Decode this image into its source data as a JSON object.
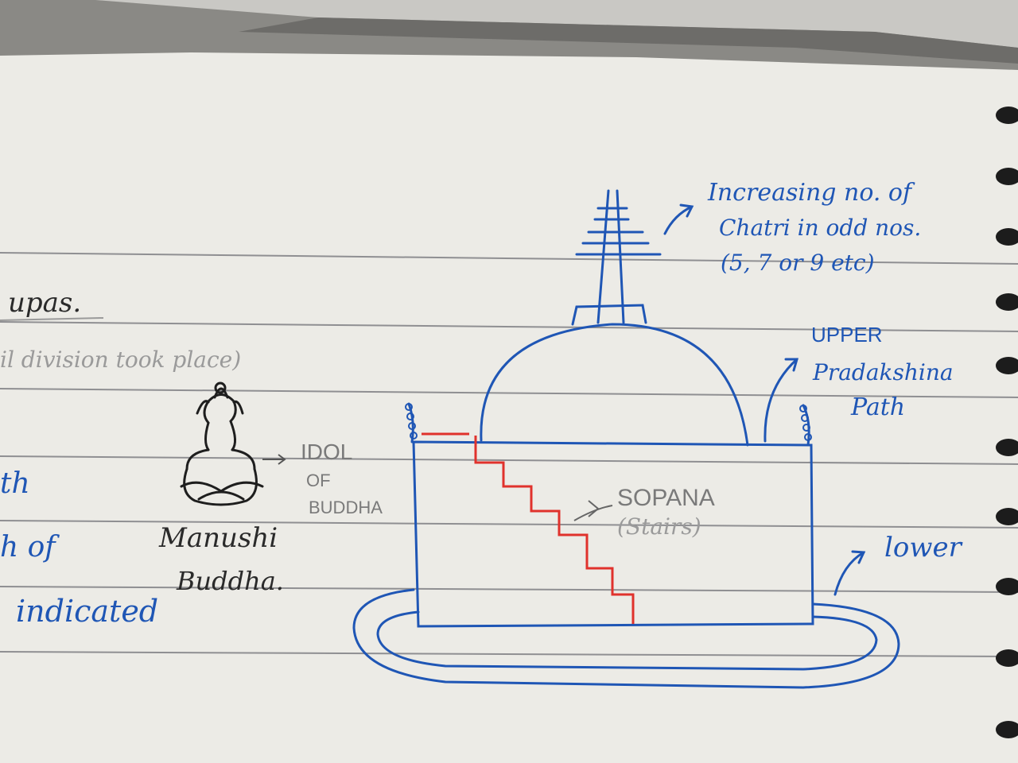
{
  "colors": {
    "paper": "#ecebe6",
    "blue_ink": "#1f56b5",
    "red_ink": "#e0322c",
    "black_ink": "#2a2a2a",
    "pencil": "#7a7a7a"
  },
  "left_margin_text": {
    "heading_fragment": "upas.",
    "subheading_fragment": "il division took place)",
    "line1_fragment": "th",
    "line2_fragment": "h of",
    "line3_fragment": "indicated"
  },
  "buddha_sketch": {
    "idol_label_line1": "IDOL",
    "idol_label_line2": "OF",
    "idol_label_line3": "BUDDHA",
    "caption_line1": "Manushi",
    "caption_line2": "Buddha."
  },
  "stupa_labels": {
    "chatri_line1": "Increasing no. of",
    "chatri_line2": "Chatri in odd nos.",
    "chatri_line3": "(5, 7 or 9 etc)",
    "upper_line1": "UPPER",
    "upper_line2": "Pradakshina",
    "upper_line3": "Path",
    "sopana_line1": "SOPANA",
    "sopana_line2": "(Stairs)",
    "lower_line1": "lower"
  }
}
